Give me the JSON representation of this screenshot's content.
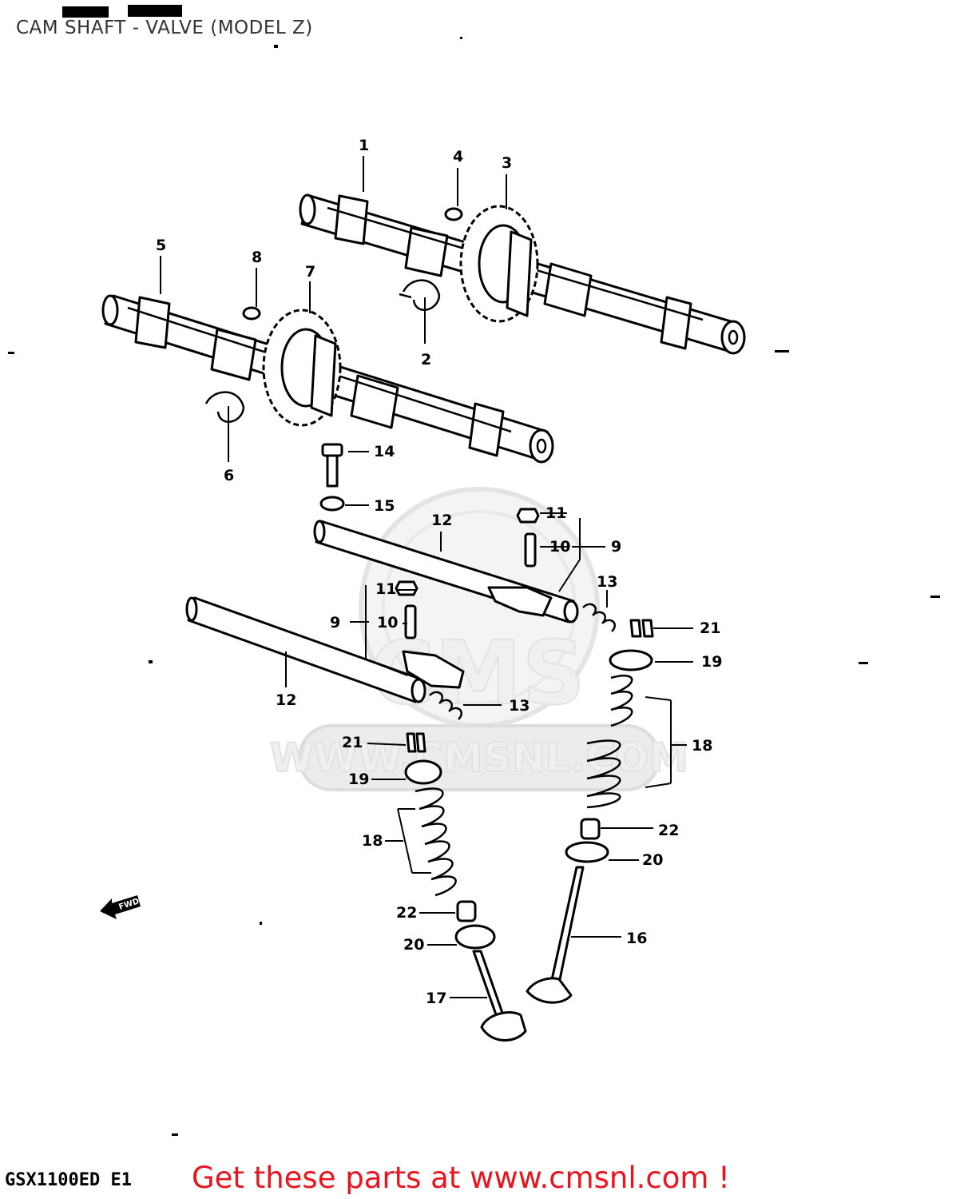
{
  "header": {
    "title": "CAM SHAFT - VALVE (MODEL Z)"
  },
  "footer": {
    "model_code": "GSX1100ED E1",
    "promo_link": "Get these parts at www.cmsnl.com !"
  },
  "watermark": {
    "brand": "CMS",
    "url": "WWW.CMSNL.COM"
  },
  "direction_marker": {
    "label": "FWD"
  },
  "callouts": [
    {
      "id": "c1",
      "label": "1"
    },
    {
      "id": "c2",
      "label": "2"
    },
    {
      "id": "c3",
      "label": "3"
    },
    {
      "id": "c4",
      "label": "4"
    },
    {
      "id": "c5",
      "label": "5"
    },
    {
      "id": "c6",
      "label": "6"
    },
    {
      "id": "c7",
      "label": "7"
    },
    {
      "id": "c8",
      "label": "8"
    },
    {
      "id": "c14",
      "label": "14"
    },
    {
      "id": "c15",
      "label": "15"
    },
    {
      "id": "c11a",
      "label": "11"
    },
    {
      "id": "c10a",
      "label": "10"
    },
    {
      "id": "c9a",
      "label": "9"
    },
    {
      "id": "c12a",
      "label": "12"
    },
    {
      "id": "c13a",
      "label": "13"
    },
    {
      "id": "c21a",
      "label": "21"
    },
    {
      "id": "c19a",
      "label": "19"
    },
    {
      "id": "c18a",
      "label": "18"
    },
    {
      "id": "c22a",
      "label": "22"
    },
    {
      "id": "c20a",
      "label": "20"
    },
    {
      "id": "c16",
      "label": "16"
    },
    {
      "id": "c11b",
      "label": "11"
    },
    {
      "id": "c9b",
      "label": "9"
    },
    {
      "id": "c10b",
      "label": "10"
    },
    {
      "id": "c12b",
      "label": "12"
    },
    {
      "id": "c13b",
      "label": "13"
    },
    {
      "id": "c21b",
      "label": "21"
    },
    {
      "id": "c19b",
      "label": "19"
    },
    {
      "id": "c18b",
      "label": "18"
    },
    {
      "id": "c22b",
      "label": "22"
    },
    {
      "id": "c20b",
      "label": "20"
    },
    {
      "id": "c17",
      "label": "17"
    }
  ]
}
